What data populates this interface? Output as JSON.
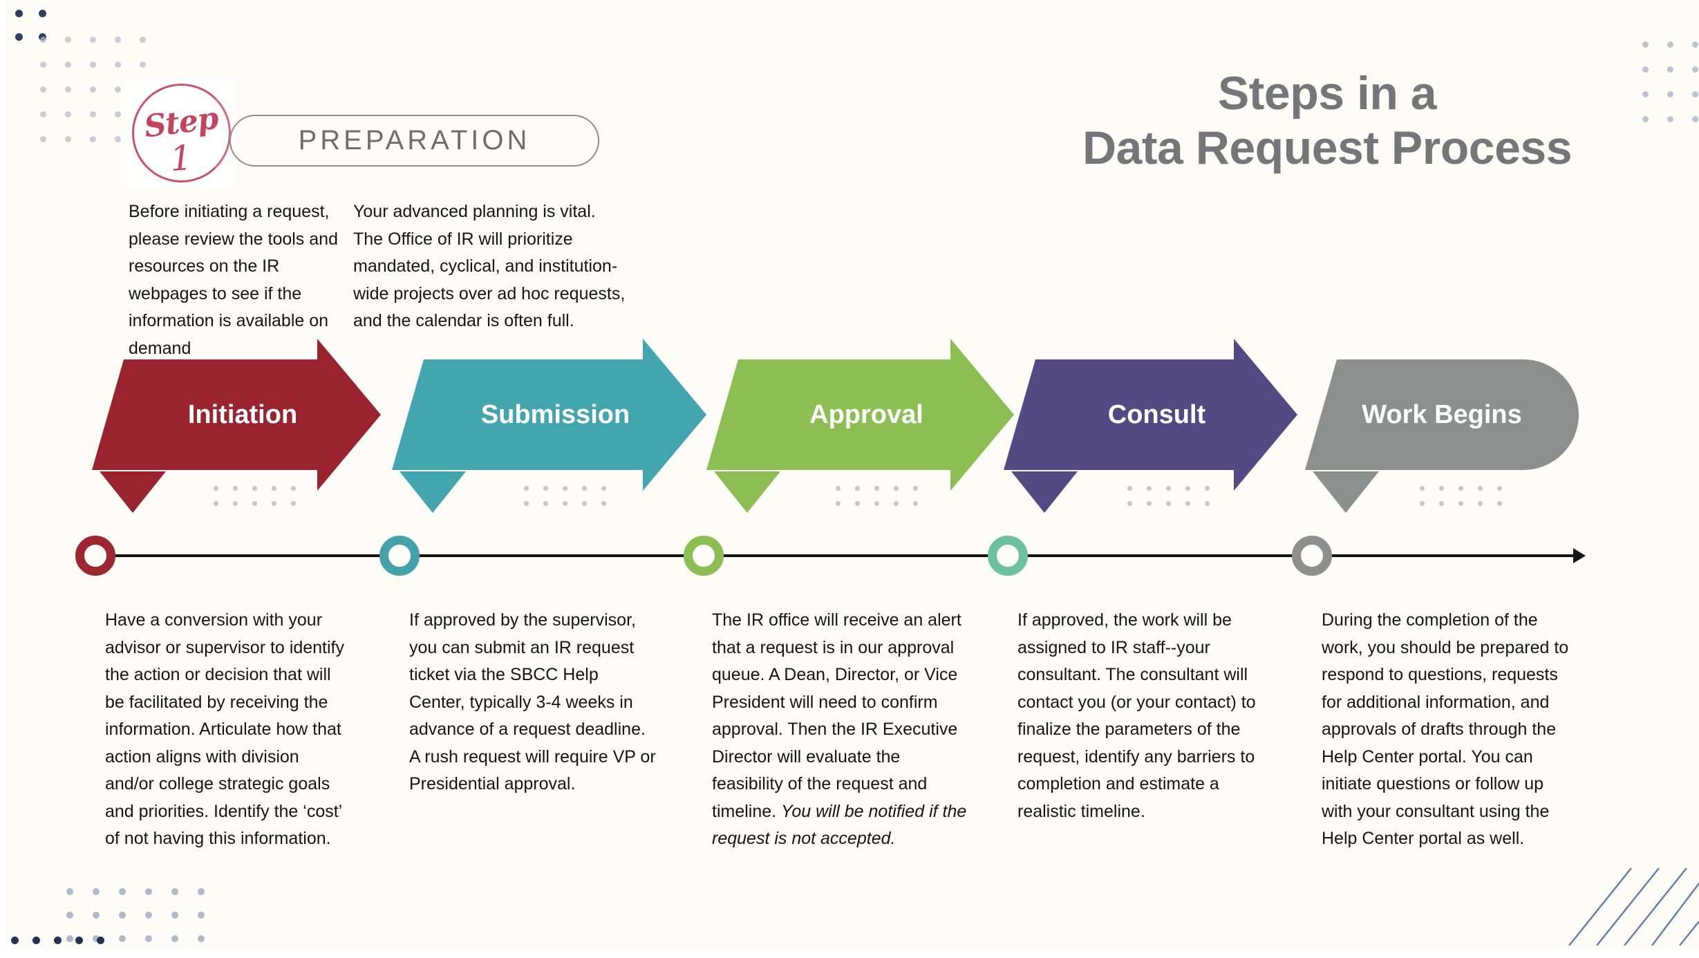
{
  "title": {
    "line1": "Steps in a",
    "line2": "Data Request Process"
  },
  "step_badge": {
    "word": "Step",
    "number": "1"
  },
  "preparation": {
    "pill_label": "PREPARATION",
    "columns": [
      "Before initiating a request, please review the tools and resources on the IR webpages to see if the information is available on demand",
      "Your advanced planning is  vital. The Office of IR will prioritize mandated, cyclical, and institution-wide projects over ad hoc requests, and the calendar is often full."
    ]
  },
  "colors": {
    "background": "#fdfcf6",
    "title_gray": "#74767a",
    "badge_pink": "#c4445e",
    "timeline_black": "#141414"
  },
  "stages": [
    {
      "label": "Initiation",
      "arrow_color": "#99242f",
      "node_color": "#9c2632",
      "shape": "chevron",
      "description": "Have a conversion with your advisor or supervisor to identify the action or decision that will be facilitated by receiving the information. Articulate how that action aligns with division and/or college strategic goals and priorities. Identify the ‘cost’ of not having this information.",
      "description_italic": ""
    },
    {
      "label": "Submission",
      "arrow_color": "#43a5ad",
      "node_color": "#44a2ab",
      "shape": "chevron",
      "description": "If approved by the supervisor, you can submit an IR request ticket via the SBCC Help Center, typically 3-4 weeks in advance of a request deadline. A rush request will require VP or Presidential approval.",
      "description_italic": ""
    },
    {
      "label": "Approval",
      "arrow_color": "#8cbe53",
      "node_color": "#8cbe53",
      "shape": "chevron",
      "description": "The IR office will receive an alert that a request is in our approval queue. A Dean, Director, or Vice President will need to confirm approval. Then the IR Executive Director will evaluate the feasibility of the request and timeline. ",
      "description_italic": "You will be notified if the request is not accepted."
    },
    {
      "label": "Consult",
      "arrow_color": "#534a84",
      "node_color": "#6cc39b",
      "shape": "chevron",
      "description": "If approved, the work will be assigned to IR staff--your consultant. The consultant will contact you (or your contact) to finalize the parameters of the request, identify any barriers to completion and estimate a realistic timeline.",
      "description_italic": ""
    },
    {
      "label": "Work Begins",
      "arrow_color": "#8d8f8e",
      "node_color": "#8d8f8e",
      "shape": "rounded",
      "description": "During the completion of the work, you should be prepared to respond to questions, requests for additional information, and approvals of drafts through the Help Center portal. You can initiate questions or follow up with your consultant using the Help Center portal as well.",
      "description_italic": ""
    }
  ]
}
